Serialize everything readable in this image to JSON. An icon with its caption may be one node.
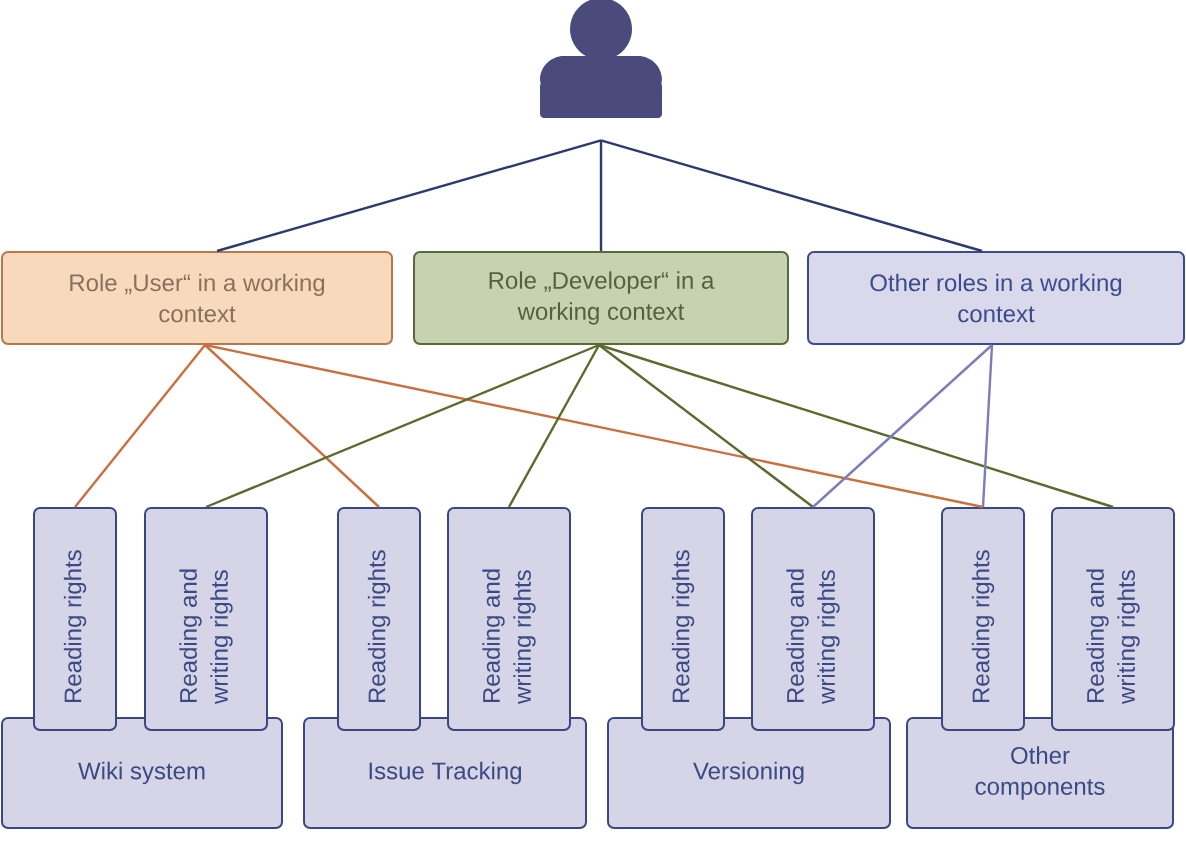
{
  "diagram": {
    "nodes": [
      {
        "text": [],
        "shape": "person"
      },
      {
        "text": [
          "Role „User“ in a working context"
        ]
      },
      {
        "text": [
          "Role „Developer“ in a working context"
        ]
      },
      {
        "text": [
          "Other roles in a working context"
        ]
      },
      {
        "text": [
          "Reading rights"
        ]
      },
      {
        "text": [
          "Reading and writing rights"
        ]
      },
      {
        "text": [
          "Reading rights"
        ]
      },
      {
        "text": [
          "Reading and writing rights"
        ]
      },
      {
        "text": [
          "Reading rights"
        ]
      },
      {
        "text": [
          "Reading and writing rights"
        ]
      },
      {
        "text": [
          "Reading rights"
        ]
      },
      {
        "text": [
          "Reading and writing rights"
        ]
      },
      {
        "text": [
          "Wiki system"
        ]
      },
      {
        "text": [
          "Issue Tracking"
        ]
      },
      {
        "text": [
          "Versioning"
        ]
      },
      {
        "text": [
          "Other components"
        ]
      }
    ],
    "edges": [
      {
        "from": 0,
        "to": 1,
        "arrow": "none",
        "color": "#2c3b6e"
      },
      {
        "from": 0,
        "to": 2,
        "arrow": "none",
        "color": "#2c3b6e"
      },
      {
        "from": 0,
        "to": 3,
        "arrow": "none",
        "color": "#2c3b6e"
      },
      {
        "from": 1,
        "to": 4,
        "arrow": "none",
        "color": "#c8703f"
      },
      {
        "from": 1,
        "to": 6,
        "arrow": "none",
        "color": "#c8703f"
      },
      {
        "from": 1,
        "to": 10,
        "arrow": "none",
        "color": "#c8703f"
      },
      {
        "from": 2,
        "to": 5,
        "arrow": "none",
        "color": "#5b6a2f"
      },
      {
        "from": 2,
        "to": 7,
        "arrow": "none",
        "color": "#5b6a2f"
      },
      {
        "from": 2,
        "to": 9,
        "arrow": "none",
        "color": "#5b6a2f"
      },
      {
        "from": 2,
        "to": 11,
        "arrow": "none",
        "color": "#5b6a2f"
      },
      {
        "from": 3,
        "to": 9,
        "arrow": "none",
        "color": "#7d7eb8"
      },
      {
        "from": 3,
        "to": 10,
        "arrow": "none",
        "color": "#7d7eb8"
      }
    ]
  }
}
